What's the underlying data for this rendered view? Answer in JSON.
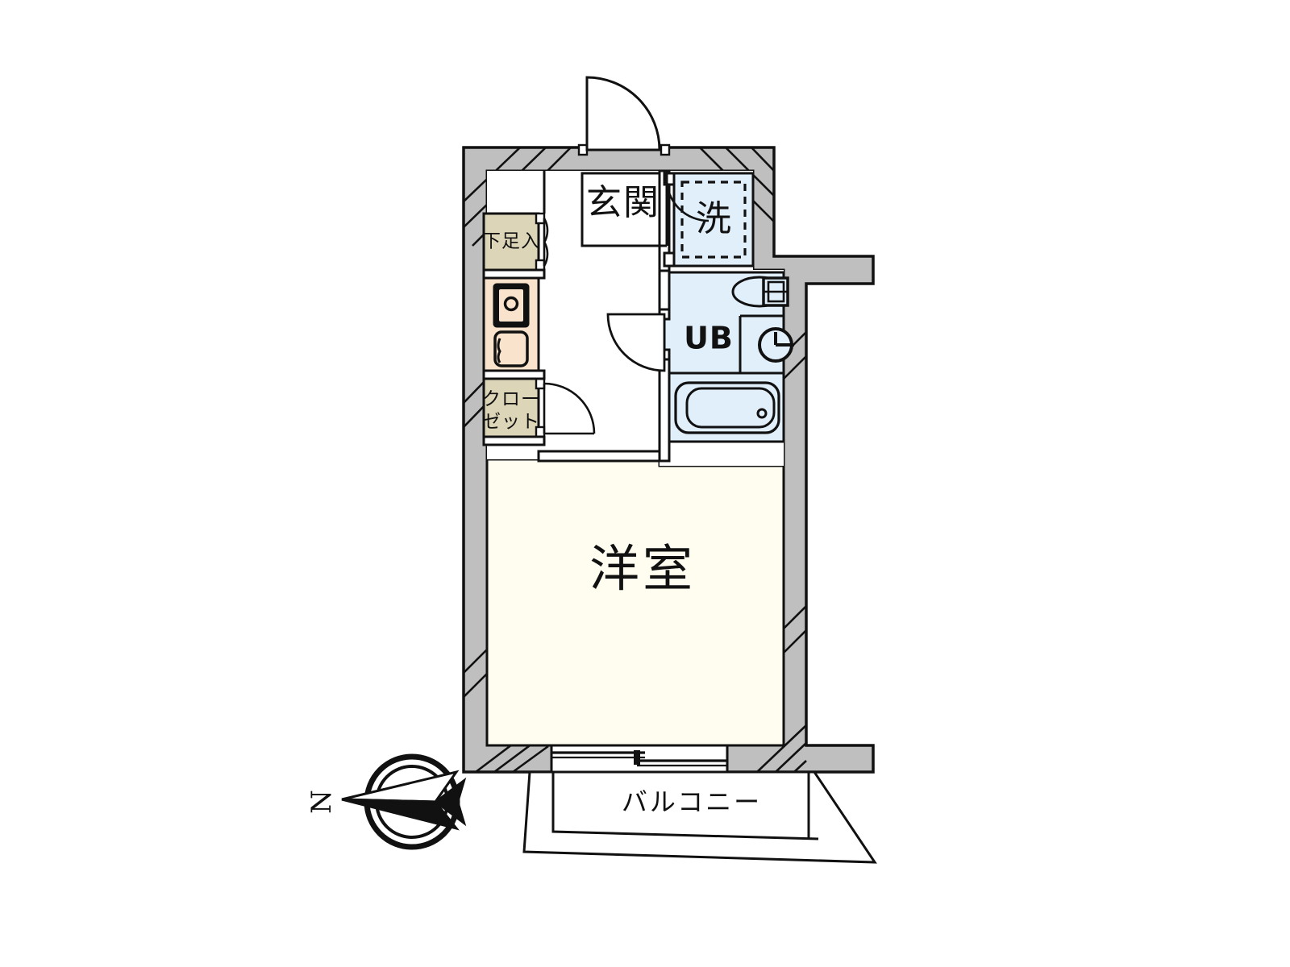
{
  "plan": {
    "type": "japanese-apartment-floor-plan",
    "layout_name": "1R",
    "colors": {
      "wall_fill": "#BFBFBF",
      "wall_stroke": "#111111",
      "room_fill": "#FFFDF0",
      "closet_fill": "#DDD5B8",
      "kitchen_fill": "#FAE3CC",
      "bath_fill": "#E1EFFA",
      "genkan_fill": "#FFFFFF",
      "line": "#111111",
      "text": "#111111"
    },
    "rooms": [
      {
        "id": "yoshitsu",
        "label": "洋室",
        "note": "western-style-room"
      },
      {
        "id": "genkan",
        "label": "玄関",
        "note": "entrance"
      },
      {
        "id": "ub",
        "label": "UB",
        "note": "unit-bath"
      },
      {
        "id": "sen",
        "label": "洗",
        "note": "washing-machine-space"
      },
      {
        "id": "closet",
        "label": "クローゼット",
        "note": "closet"
      },
      {
        "id": "getabako",
        "label": "下足入",
        "note": "shoe-cabinet"
      },
      {
        "id": "balcony",
        "label": "バルコニー",
        "note": "balcony"
      }
    ],
    "fixtures": [
      {
        "id": "toilet",
        "name": "toilet"
      },
      {
        "id": "sink",
        "name": "washbasin"
      },
      {
        "id": "bathtub",
        "name": "bathtub"
      },
      {
        "id": "stove",
        "name": "cooktop"
      },
      {
        "id": "ksink",
        "name": "kitchen-sink"
      }
    ],
    "compass": {
      "label": "N",
      "direction": "west-pointing-arrow"
    }
  }
}
